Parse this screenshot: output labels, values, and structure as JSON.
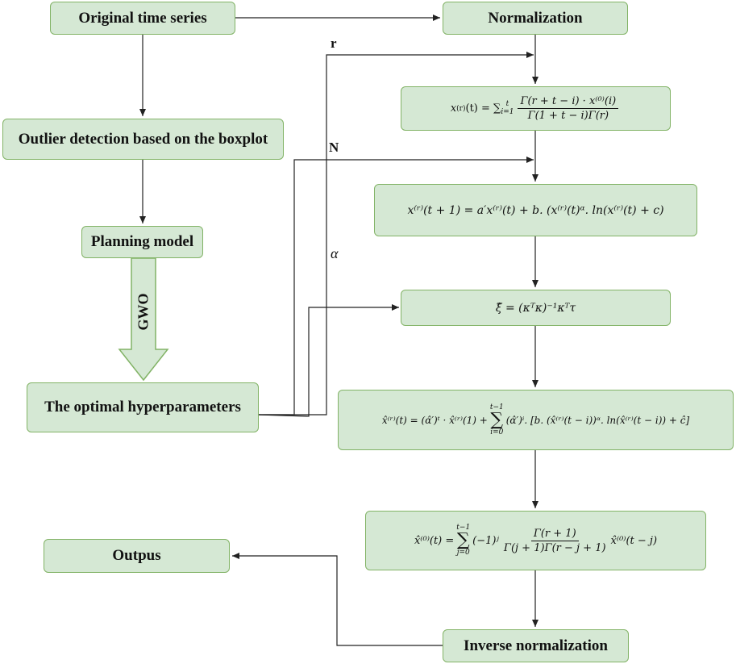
{
  "nodes": {
    "original_time_series": "Original time series",
    "normalization": "Normalization",
    "outlier_detection": "Outlier detection based on the boxplot",
    "planning_model": "Planning model",
    "optimal_hyperparameters": "The optimal hyperparameters",
    "outputs": "Outpus",
    "inverse_normalization": "Inverse normalization"
  },
  "arrow_labels": {
    "gwo": "GWO",
    "r": "r",
    "n": "N",
    "alpha": "α"
  },
  "formulas": {
    "f1_lhs": "x",
    "f1_sup": "(r)",
    "f1_arg": "(t) = ∑",
    "f1_sub": "i=1",
    "f1_supt": "t",
    "f1_num": "Γ(r + t − i) · x⁽⁰⁾(i)",
    "f1_den": "Γ(1 + t − i)Γ(r)",
    "f2": "x⁽ʳ⁾(t + 1) = a′x⁽ʳ⁾(t) + b. (x⁽ʳ⁾(t)ᵅ. ln(x⁽ʳ⁾(t) + c)",
    "f3": "ξ̂ = (κᵀκ)⁻¹κᵀτ",
    "f4_left": "x̂⁽ʳ⁾(t) = (α̂′)ᵗ · x̂⁽ʳ⁾(1) +",
    "f4_sum_top": "t−1",
    "f4_sum_bot": "i=0",
    "f4_right": "(α̂′)ⁱ. [b. (x̂⁽ʳ⁾(t − i))ᵅ. ln(x̂⁽ʳ⁾(t − i)) + ĉ]",
    "f5_left": "x̂⁽⁰⁾(t) =",
    "f5_sum_top": "t−1",
    "f5_sum_bot": "j=0",
    "f5_mid": "(−1)ʲ",
    "f5_num": "Γ(r + 1)",
    "f5_den": "Γ(j + 1)Γ(r − j + 1)",
    "f5_right": "x̂⁽⁰⁾(t − j)"
  },
  "colors": {
    "box_fill": "#d5e8d4",
    "box_border": "#82b366",
    "line": "#222222"
  }
}
